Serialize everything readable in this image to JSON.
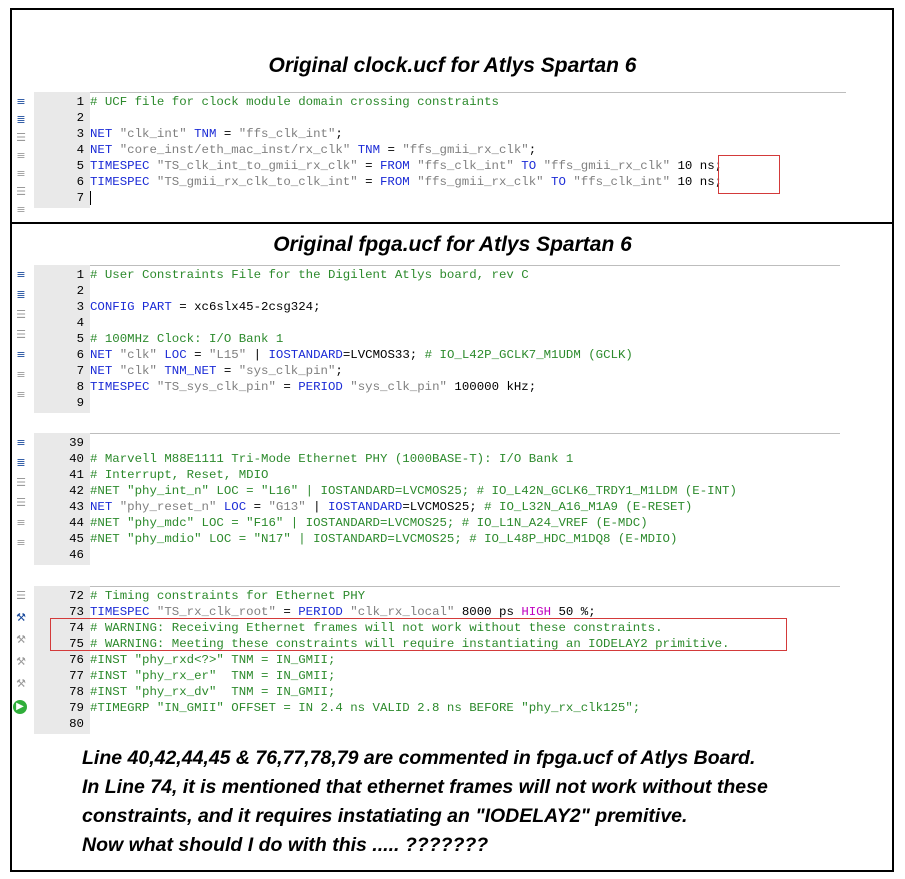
{
  "panel1": {
    "title": "Original clock.ucf for Atlys Spartan 6",
    "lines": [
      {
        "n": "1",
        "segs": [
          {
            "c": "com",
            "t": "# UCF file for clock module domain crossing constraints"
          }
        ]
      },
      {
        "n": "2",
        "segs": []
      },
      {
        "n": "3",
        "segs": [
          {
            "c": "kw",
            "t": "NET "
          },
          {
            "c": "str",
            "t": "\"clk_int\""
          },
          {
            "c": "kw",
            "t": " TNM "
          },
          {
            "c": "txt",
            "t": "= "
          },
          {
            "c": "str",
            "t": "\"ffs_clk_int\""
          },
          {
            "c": "txt",
            "t": ";"
          }
        ]
      },
      {
        "n": "4",
        "segs": [
          {
            "c": "kw",
            "t": "NET "
          },
          {
            "c": "str",
            "t": "\"core_inst/eth_mac_inst/rx_clk\""
          },
          {
            "c": "kw",
            "t": " TNM "
          },
          {
            "c": "txt",
            "t": "= "
          },
          {
            "c": "str",
            "t": "\"ffs_gmii_rx_clk\""
          },
          {
            "c": "txt",
            "t": ";"
          }
        ]
      },
      {
        "n": "5",
        "segs": [
          {
            "c": "kw",
            "t": "TIMESPEC "
          },
          {
            "c": "str",
            "t": "\"TS_clk_int_to_gmii_rx_clk\""
          },
          {
            "c": "txt",
            "t": " = "
          },
          {
            "c": "kw",
            "t": "FROM "
          },
          {
            "c": "str",
            "t": "\"ffs_clk_int\""
          },
          {
            "c": "kw",
            "t": " TO "
          },
          {
            "c": "str",
            "t": "\"ffs_gmii_rx_clk\""
          },
          {
            "c": "txt",
            "t": " 10 ns;"
          }
        ]
      },
      {
        "n": "6",
        "segs": [
          {
            "c": "kw",
            "t": "TIMESPEC "
          },
          {
            "c": "str",
            "t": "\"TS_gmii_rx_clk_to_clk_int\""
          },
          {
            "c": "txt",
            "t": " = "
          },
          {
            "c": "kw",
            "t": "FROM "
          },
          {
            "c": "str",
            "t": "\"ffs_gmii_rx_clk\""
          },
          {
            "c": "kw",
            "t": " TO "
          },
          {
            "c": "str",
            "t": "\"ffs_clk_int\""
          },
          {
            "c": "txt",
            "t": " 10 ns;"
          }
        ]
      },
      {
        "n": "7",
        "segs": []
      }
    ]
  },
  "panel2": {
    "title": "Original fpga.ucf for Atlys Spartan 6",
    "block1": [
      {
        "n": "1",
        "segs": [
          {
            "c": "com",
            "t": "# User Constraints File for the Digilent Atlys board, rev C"
          }
        ]
      },
      {
        "n": "2",
        "segs": []
      },
      {
        "n": "3",
        "segs": [
          {
            "c": "kw",
            "t": "CONFIG PART "
          },
          {
            "c": "txt",
            "t": "= xc6slx45-2csg324;"
          }
        ]
      },
      {
        "n": "4",
        "segs": []
      },
      {
        "n": "5",
        "segs": [
          {
            "c": "com",
            "t": "# 100MHz Clock: I/O Bank 1"
          }
        ]
      },
      {
        "n": "6",
        "segs": [
          {
            "c": "kw",
            "t": "NET "
          },
          {
            "c": "str",
            "t": "\"clk\""
          },
          {
            "c": "kw",
            "t": " LOC "
          },
          {
            "c": "txt",
            "t": "= "
          },
          {
            "c": "str",
            "t": "\"L15\""
          },
          {
            "c": "txt",
            "t": " | "
          },
          {
            "c": "kw",
            "t": "IOSTANDARD"
          },
          {
            "c": "txt",
            "t": "=LVCMOS33; "
          },
          {
            "c": "com",
            "t": "# IO_L42P_GCLK7_M1UDM (GCLK)"
          }
        ]
      },
      {
        "n": "7",
        "segs": [
          {
            "c": "kw",
            "t": "NET "
          },
          {
            "c": "str",
            "t": "\"clk\""
          },
          {
            "c": "kw",
            "t": " TNM_NET "
          },
          {
            "c": "txt",
            "t": "= "
          },
          {
            "c": "str",
            "t": "\"sys_clk_pin\""
          },
          {
            "c": "txt",
            "t": ";"
          }
        ]
      },
      {
        "n": "8",
        "segs": [
          {
            "c": "kw",
            "t": "TIMESPEC "
          },
          {
            "c": "str",
            "t": "\"TS_sys_clk_pin\""
          },
          {
            "c": "txt",
            "t": " = "
          },
          {
            "c": "kw",
            "t": "PERIOD "
          },
          {
            "c": "str",
            "t": "\"sys_clk_pin\""
          },
          {
            "c": "txt",
            "t": " 100000 kHz;"
          }
        ]
      },
      {
        "n": "9",
        "segs": []
      }
    ],
    "block2": [
      {
        "n": "39",
        "segs": []
      },
      {
        "n": "40",
        "segs": [
          {
            "c": "com",
            "t": "# Marvell M88E1111 Tri-Mode Ethernet PHY (1000BASE-T): I/O Bank 1"
          }
        ]
      },
      {
        "n": "41",
        "segs": [
          {
            "c": "com",
            "t": "# Interrupt, Reset, MDIO"
          }
        ]
      },
      {
        "n": "42",
        "segs": [
          {
            "c": "com",
            "t": "#NET \"phy_int_n\" LOC = \"L16\" | IOSTANDARD=LVCMOS25; # IO_L42N_GCLK6_TRDY1_M1LDM (E-INT)"
          }
        ]
      },
      {
        "n": "43",
        "segs": [
          {
            "c": "kw",
            "t": "NET "
          },
          {
            "c": "str",
            "t": "\"phy_reset_n\""
          },
          {
            "c": "kw",
            "t": " LOC "
          },
          {
            "c": "txt",
            "t": "= "
          },
          {
            "c": "str",
            "t": "\"G13\""
          },
          {
            "c": "txt",
            "t": " | "
          },
          {
            "c": "kw",
            "t": "IOSTANDARD"
          },
          {
            "c": "txt",
            "t": "=LVCMOS25; "
          },
          {
            "c": "com",
            "t": "# IO_L32N_A16_M1A9 (E-RESET)"
          }
        ]
      },
      {
        "n": "44",
        "segs": [
          {
            "c": "com",
            "t": "#NET \"phy_mdc\" LOC = \"F16\" | IOSTANDARD=LVCMOS25; # IO_L1N_A24_VREF (E-MDC)"
          }
        ]
      },
      {
        "n": "45",
        "segs": [
          {
            "c": "com",
            "t": "#NET \"phy_mdio\" LOC = \"N17\" | IOSTANDARD=LVCMOS25; # IO_L48P_HDC_M1DQ8 (E-MDIO)"
          }
        ]
      },
      {
        "n": "46",
        "segs": []
      }
    ],
    "block3": [
      {
        "n": "72",
        "segs": [
          {
            "c": "com",
            "t": "# Timing constraints for Ethernet PHY"
          }
        ]
      },
      {
        "n": "73",
        "segs": [
          {
            "c": "kw",
            "t": "TIMESPEC "
          },
          {
            "c": "str",
            "t": "\"TS_rx_clk_root\""
          },
          {
            "c": "txt",
            "t": " = "
          },
          {
            "c": "kw",
            "t": "PERIOD "
          },
          {
            "c": "str",
            "t": "\"clk_rx_local\""
          },
          {
            "c": "txt",
            "t": " 8000 ps "
          },
          {
            "c": "mag",
            "t": "HIGH"
          },
          {
            "c": "txt",
            "t": " 50 %;"
          }
        ]
      },
      {
        "n": "74",
        "segs": [
          {
            "c": "com",
            "t": "# WARNING: Receiving Ethernet frames will not work without these constraints."
          }
        ]
      },
      {
        "n": "75",
        "segs": [
          {
            "c": "com",
            "t": "# WARNING: Meeting these constraints will require instantiating an IODELAY2 primitive."
          }
        ]
      },
      {
        "n": "76",
        "segs": [
          {
            "c": "com",
            "t": "#INST \"phy_rxd<?>\" TNM = IN_GMII;"
          }
        ]
      },
      {
        "n": "77",
        "segs": [
          {
            "c": "com",
            "t": "#INST \"phy_rx_er\"  TNM = IN_GMII;"
          }
        ]
      },
      {
        "n": "78",
        "segs": [
          {
            "c": "com",
            "t": "#INST \"phy_rx_dv\"  TNM = IN_GMII;"
          }
        ]
      },
      {
        "n": "79",
        "segs": [
          {
            "c": "com",
            "t": "#TIMEGRP \"IN_GMII\" OFFSET = IN 2.4 ns VALID 2.8 ns BEFORE \"phy_rx_clk125\";"
          }
        ]
      },
      {
        "n": "80",
        "segs": []
      }
    ]
  },
  "question": [
    "Line 40,42,44,45   &   76,77,78,79 are commented in fpga.ucf of Atlys Board.",
    "In Line 74, it is mentioned that ethernet frames will not work without these",
    "constraints, and it requires instatiating an \"IODELAY2\" premitive.",
    "Now what should I do with this ..... ???????"
  ],
  "colors": {
    "comment": "#2c8a2c",
    "keyword": "#1b2bd6",
    "string": "#808080",
    "magenta": "#c000c0",
    "highlight_box": "#d33a3a"
  },
  "gutter_icons": [
    "bookmark-icon",
    "indent-icon",
    "comment-icon",
    "fold-icon",
    "tool-icon",
    "run-icon"
  ]
}
